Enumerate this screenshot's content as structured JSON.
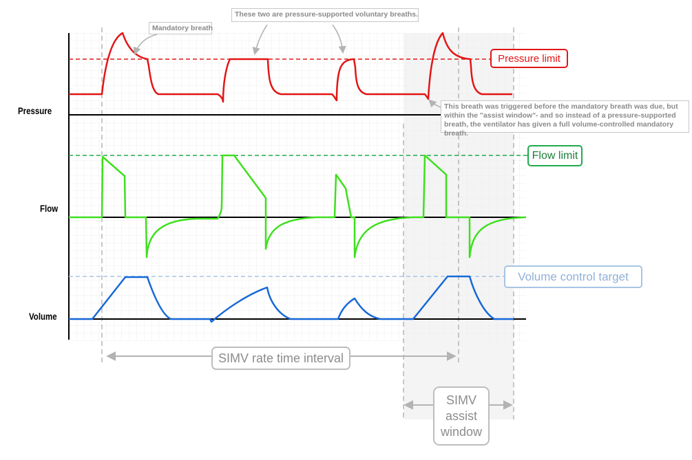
{
  "axis_labels": {
    "pressure": "Pressure",
    "flow": "Flow",
    "volume": "Volume"
  },
  "callouts": {
    "mandatory": "Mandatory breath",
    "voluntary": "These two are pressure-supported voluntary breaths.",
    "triggered": "This breath was triggered before the mandatory breath was due, but within the \"assist window\"- and so instead of a pressure-supported breath, the ventilator has given a full volume-controlled mandatory breath."
  },
  "limits": {
    "pressure": "Pressure limit",
    "flow": "Flow limit",
    "volume": "Volume control target"
  },
  "intervals": {
    "rate": "SIMV rate time interval",
    "assist": [
      "SIMV",
      "assist",
      "window"
    ]
  },
  "colors": {
    "pressure": "#e31515",
    "flow": "#3de01c",
    "volume": "#1668d8",
    "flow_limit_line": "#1faa4c",
    "volume_target_line": "#a7c4e3",
    "grid": "#ececec",
    "guide": "#b5b5b5",
    "assist_shade": "#f2f2f2"
  }
}
